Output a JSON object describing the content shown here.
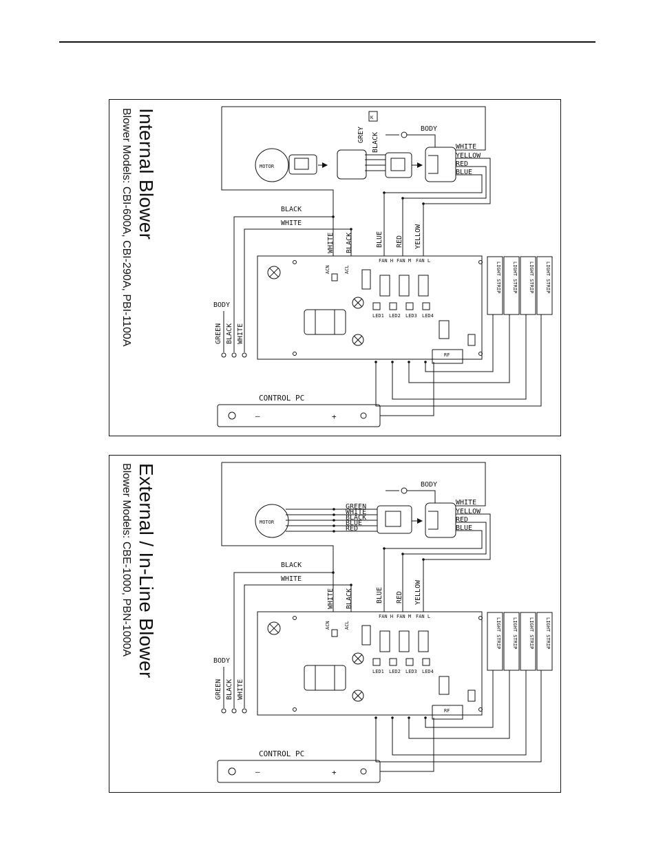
{
  "diagrams": [
    {
      "title": "Internal Blower",
      "subtitle": "Blower Models: CBI-600A, CBI-290A,  PBI-1100A",
      "labels": {
        "motor": "MOTOR",
        "body": "BODY",
        "grey": "GREY",
        "black_k": "BLACK",
        "k": "K",
        "white": "WHITE",
        "yellow": "YELLOW",
        "red": "RED",
        "blue": "BLUE",
        "black": "BLACK",
        "green": "GREEN",
        "acn": "ACN",
        "acl": "ACL",
        "fan_h": "FAN H",
        "fan_m": "FAN M",
        "fan_l": "FAN L",
        "led1": "LED1",
        "led2": "LED2",
        "led3": "LED3",
        "led4": "LED4",
        "rf": "RF",
        "control_pc": "CONTROL PC",
        "minus": "—",
        "plus": "+",
        "light_strip": "LIGHT STRIP"
      }
    },
    {
      "title": "External / In-Line Blower",
      "subtitle": "Blower Models: CBE-1000, PBN-1000A",
      "labels": {
        "motor": "MOTOR",
        "body": "BODY",
        "green": "GREEN",
        "white": "WHITE",
        "black": "BLACK",
        "blue": "BLUE",
        "red": "RED",
        "yellow": "YELLOW",
        "acn": "ACN",
        "acl": "ACL",
        "fan_h": "FAN H",
        "fan_m": "FAN M",
        "fan_l": "FAN L",
        "led1": "LED1",
        "led2": "LED2",
        "led3": "LED3",
        "led4": "LED4",
        "rf": "RF",
        "control_pc": "CONTROL PC",
        "minus": "—",
        "plus": "+",
        "light_strip": "LIGHT STRIP"
      }
    }
  ]
}
